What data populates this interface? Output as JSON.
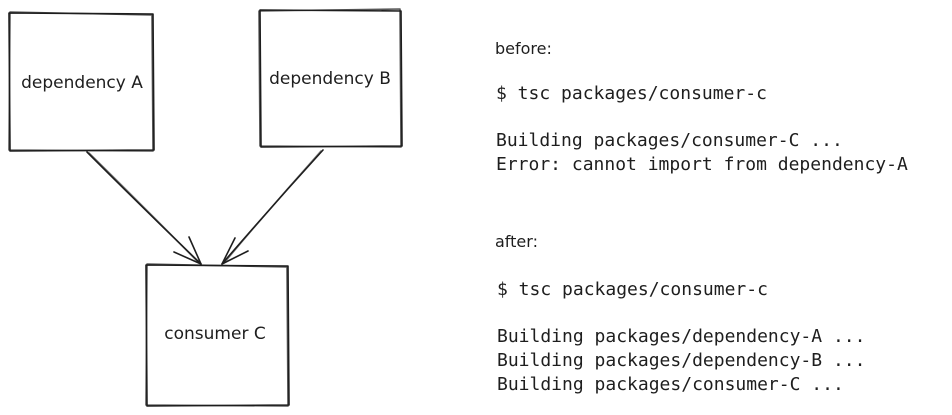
{
  "boxes": {
    "dependency_a": "dependency A",
    "dependency_b": "dependency B",
    "consumer_c": "consumer C"
  },
  "before": {
    "heading": "before:",
    "command": "$ tsc packages/consumer-c",
    "output": [
      "Building packages/consumer-C ...",
      "Error: cannot import from dependency-A"
    ]
  },
  "after": {
    "heading": "after:",
    "command": "$ tsc packages/consumer-c",
    "output": [
      "Building packages/dependency-A ...",
      "Building packages/dependency-B ...",
      "Building packages/consumer-C ..."
    ]
  }
}
